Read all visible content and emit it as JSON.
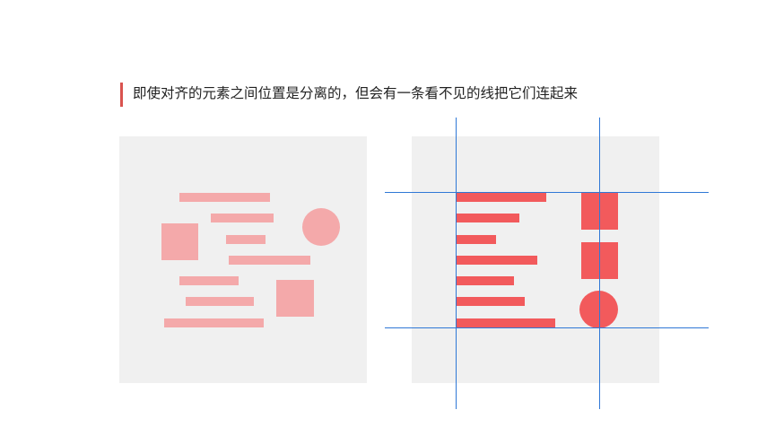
{
  "heading": {
    "text": "即使对齐的元素之间位置是分离的，但会有一条看不见的线把它们连起来"
  },
  "colors": {
    "accent": "#d9534f",
    "panel_background": "#f0f0f0",
    "unaligned_shape": "#f4a9aa",
    "aligned_shape": "#f25a5c",
    "guide_line": "#2f78d6"
  },
  "left_panel": {
    "bar_count": 7,
    "square_count": 2,
    "circle_count": 1
  },
  "right_panel": {
    "bar_count": 7,
    "square_count": 2,
    "circle_count": 1,
    "vertical_guides": 2,
    "horizontal_guides": 2
  }
}
